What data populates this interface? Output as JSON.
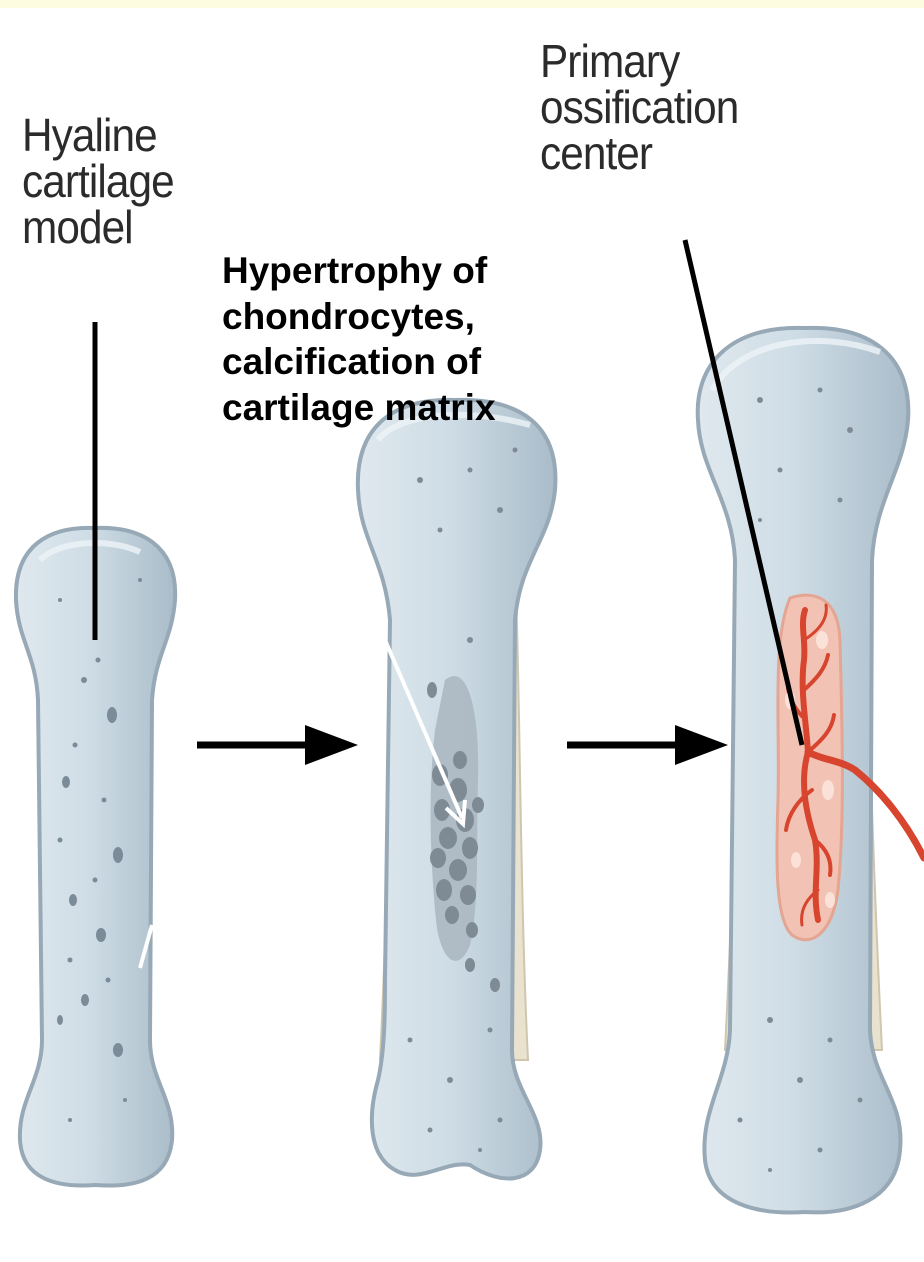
{
  "labels": {
    "hyaline_cartilage_model": "Hyaline\ncartilage\nmodel",
    "primary_ossification_center": "Primary\nossification\ncenter",
    "hypertrophy_calcification": "Hypertrophy of\nchondrocytes,\ncalcification of\ncartilage matrix"
  },
  "stages": [
    {
      "name": "hyaline-cartilage-model"
    },
    {
      "name": "hypertrophy-and-calcification"
    },
    {
      "name": "primary-ossification-center"
    }
  ],
  "colors": {
    "cartilage_fill": "#c9d8e2",
    "cartilage_edge": "#97a9b6",
    "bone_collar": "#e9e2cf",
    "calcified_matrix": "#8f9aa3",
    "ossification_area": "#f2b7a6",
    "blood_vessel": "#d8452f",
    "arrow": "#000000",
    "top_band": "#fdfbe0"
  }
}
